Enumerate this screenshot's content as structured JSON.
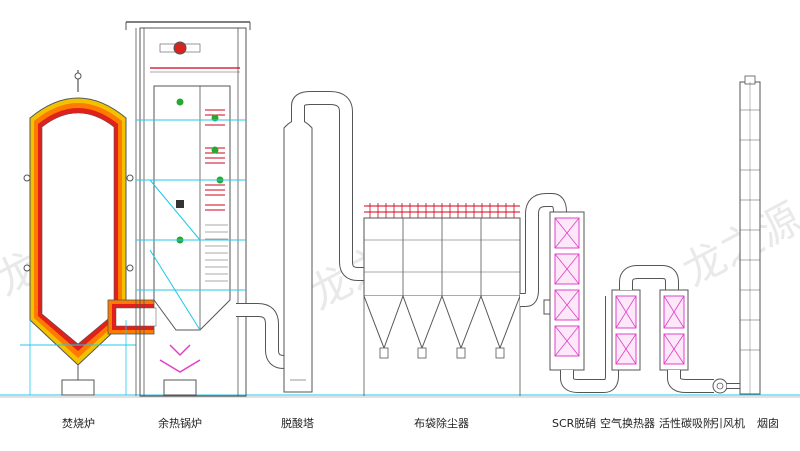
{
  "labels": {
    "incinerator": "焚烧炉",
    "waste_heat_boiler": "余热锅炉",
    "deacid_tower": "脱酸塔",
    "bag_filter": "布袋除尘器",
    "scr": "SCR脱硝",
    "air_heat_exchanger": "空气换热器",
    "activated_carbon": "活性碳吸附",
    "induced_fan": "引风机",
    "chimney": "烟囱"
  },
  "watermark": "龙之源",
  "colors": {
    "line": "#555555",
    "pipe_fill": "#ffffff",
    "refractory_outer": "#f2c200",
    "refractory_mid": "#ff7a00",
    "refractory_inner": "#e0201b",
    "magenta": "#e040c8",
    "cyan": "#20c8e8",
    "red": "#d0001c",
    "green": "#22aa33",
    "watermark": "#d8d8d8"
  }
}
